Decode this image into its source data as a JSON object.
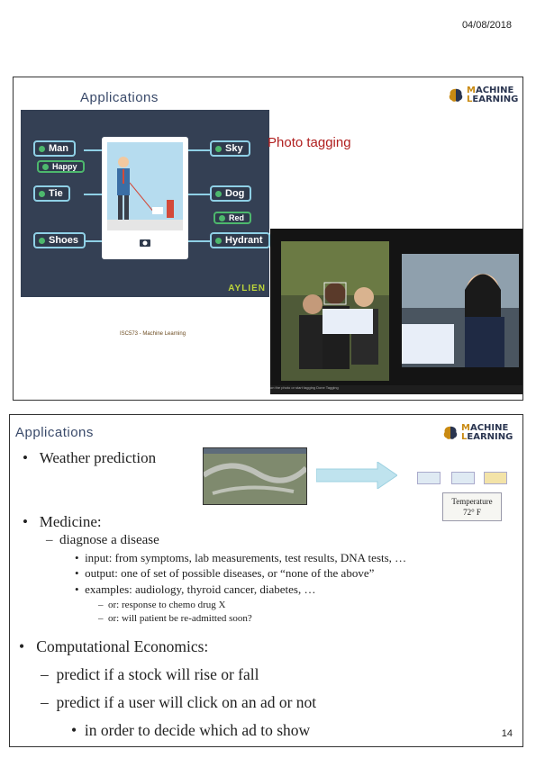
{
  "header": {
    "date": "04/08/2018"
  },
  "slide1": {
    "title": "Applications",
    "logo": {
      "line1_accent": "M",
      "line1_rest": "ACHINE",
      "line2_accent": "L",
      "line2_rest": "EARNING"
    },
    "tags": [
      "Man",
      "Happy",
      "Tie",
      "Shoes",
      "Sky",
      "Dog",
      "Red",
      "Hydrant"
    ],
    "brand": "AYLIEN",
    "caption": "Photo tagging",
    "course": "ISC573 - Machine Learning",
    "photo_footer": "on the photo or start tagging    Done Tagging"
  },
  "slide2": {
    "title": "Applications",
    "logo": {
      "line1_accent": "M",
      "line1_rest": "ACHINE",
      "line2_accent": "L",
      "line2_rest": "EARNING"
    },
    "weather": "Weather prediction",
    "temperature_label": "Temperature",
    "temperature_value": "72° F",
    "medicine": "Medicine:",
    "diagnose": "diagnose a disease",
    "input": "input: from symptoms, lab measurements, test results, DNA tests, …",
    "output": "output: one of set of possible diseases, or “none of the above”",
    "examples": "examples: audiology, thyroid cancer, diabetes, …",
    "or1": "or: response to chemo drug X",
    "or2": "or: will patient be re-admitted soon?",
    "econ": "Computational Economics:",
    "stock": "predict if a stock will rise or fall",
    "click": "predict if a user will click on an ad or not",
    "order": "in order to decide which ad to show",
    "page_number": "14"
  }
}
